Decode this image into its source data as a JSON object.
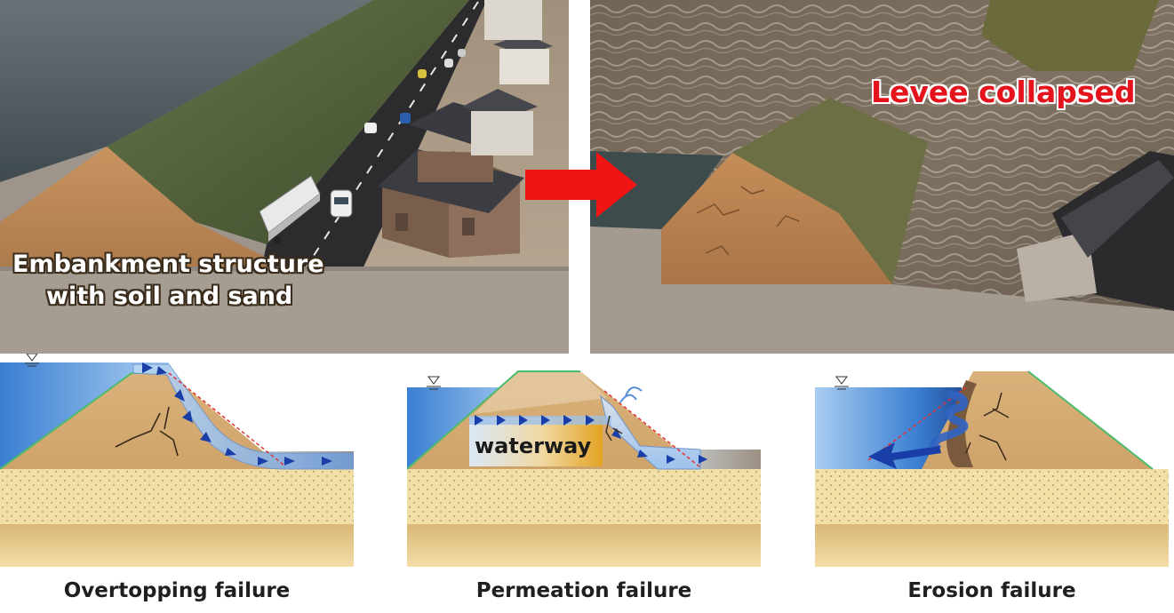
{
  "top_left": {
    "caption_line1": "Embankment structure",
    "caption_line2": "with soil and sand"
  },
  "top_right": {
    "caption": "Levee collapsed"
  },
  "diagrams": {
    "overtopping": {
      "caption": "Overtopping failure"
    },
    "permeation": {
      "caption": "Permeation failure",
      "label": "waterway"
    },
    "erosion": {
      "caption": "Erosion failure"
    }
  },
  "colors": {
    "arrow": "#f01414",
    "collapsed_text": "#e5131b",
    "embankment": "#d7b07c",
    "water": "#4d8fd6",
    "flow_arrow": "#1a3ea8",
    "ground": "#f0d89b"
  }
}
